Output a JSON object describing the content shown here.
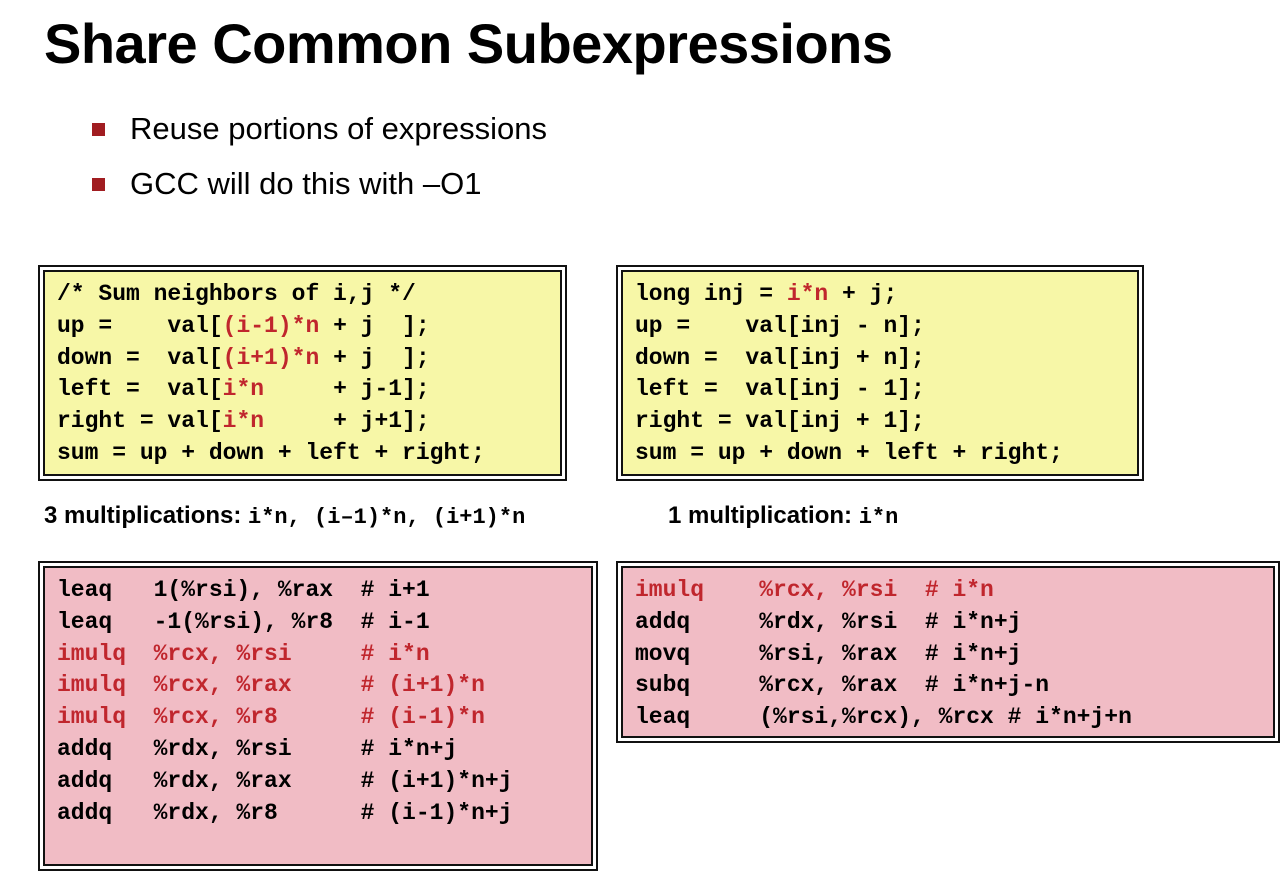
{
  "title": "Share Common Subexpressions",
  "bullets": [
    "Reuse portions of expressions",
    "GCC will do this with –O1"
  ],
  "colors": {
    "accent": "#c0262d",
    "bullet": "#a11d21",
    "yellow_box": "#f7f7a7",
    "pink_box": "#f1bcc5"
  },
  "left_c": [
    [
      {
        "t": "/* Sum neighbors of i,j */"
      }
    ],
    [
      {
        "t": "up =    val["
      },
      {
        "t": "(i-1)*n",
        "hl": true
      },
      {
        "t": " + j  ];"
      }
    ],
    [
      {
        "t": "down =  val["
      },
      {
        "t": "(i+1)*n",
        "hl": true
      },
      {
        "t": " + j  ];"
      }
    ],
    [
      {
        "t": "left =  val["
      },
      {
        "t": "i*n",
        "hl": true
      },
      {
        "t": "     + j-1];"
      }
    ],
    [
      {
        "t": "right = val["
      },
      {
        "t": "i*n",
        "hl": true
      },
      {
        "t": "     + j+1];"
      }
    ],
    [
      {
        "t": "sum = up + down + left + right;"
      }
    ]
  ],
  "right_c": [
    [
      {
        "t": "long inj = "
      },
      {
        "t": "i*n",
        "hl": true
      },
      {
        "t": " + j;"
      }
    ],
    [
      {
        "t": "up =    val[inj - n];"
      }
    ],
    [
      {
        "t": "down =  val[inj + n];"
      }
    ],
    [
      {
        "t": "left =  val[inj - 1];"
      }
    ],
    [
      {
        "t": "right = val[inj + 1];"
      }
    ],
    [
      {
        "t": "sum = up + down + left + right;"
      }
    ]
  ],
  "captions": {
    "left_prefix": "3 multiplications: ",
    "left_code": "i*n, (i–1)*n, (i+1)*n",
    "right_prefix": "1 multiplication: ",
    "right_code": "i*n"
  },
  "left_asm": [
    [
      {
        "t": "leaq   1(%rsi), %rax  # i+1"
      }
    ],
    [
      {
        "t": "leaq   -1(%rsi), %r8  # i-1"
      }
    ],
    [
      {
        "t": "imulq  %rcx, %rsi     # i*n",
        "hl": true
      }
    ],
    [
      {
        "t": "imulq  %rcx, %rax     # (i+1)*n",
        "hl": true
      }
    ],
    [
      {
        "t": "imulq  %rcx, %r8      # (i-1)*n",
        "hl": true
      }
    ],
    [
      {
        "t": "addq   %rdx, %rsi     # i*n+j"
      }
    ],
    [
      {
        "t": "addq   %rdx, %rax     # (i+1)*n+j"
      }
    ],
    [
      {
        "t": "addq   %rdx, %r8      # (i-1)*n+j"
      }
    ]
  ],
  "right_asm": [
    [
      {
        "t": "imulq    %rcx, %rsi  # i*n",
        "hl": true
      }
    ],
    [
      {
        "t": "addq     %rdx, %rsi  # i*n+j"
      }
    ],
    [
      {
        "t": "movq     %rsi, %rax  # i*n+j"
      }
    ],
    [
      {
        "t": "subq     %rcx, %rax  # i*n+j-n"
      }
    ],
    [
      {
        "t": "leaq     (%rsi,%rcx), %rcx # i*n+j+n"
      }
    ]
  ]
}
